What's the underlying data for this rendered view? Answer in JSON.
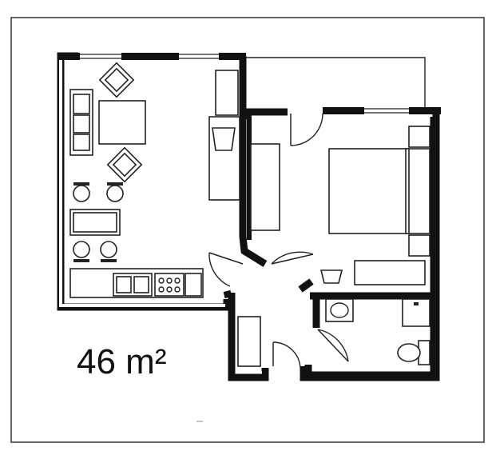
{
  "area_label": "46 m²",
  "colors": {
    "wall": "#111111",
    "background": "#ffffff",
    "line": "#222222"
  },
  "elements": [
    "sofa",
    "coffee-table",
    "armchair",
    "armchair",
    "dining-chairs",
    "dining-table",
    "kitchen-counter",
    "sink",
    "stove",
    "tv-unit",
    "wardrobe",
    "double-bed",
    "desk",
    "washbasin",
    "toilet",
    "shower",
    "doors",
    "windows"
  ]
}
